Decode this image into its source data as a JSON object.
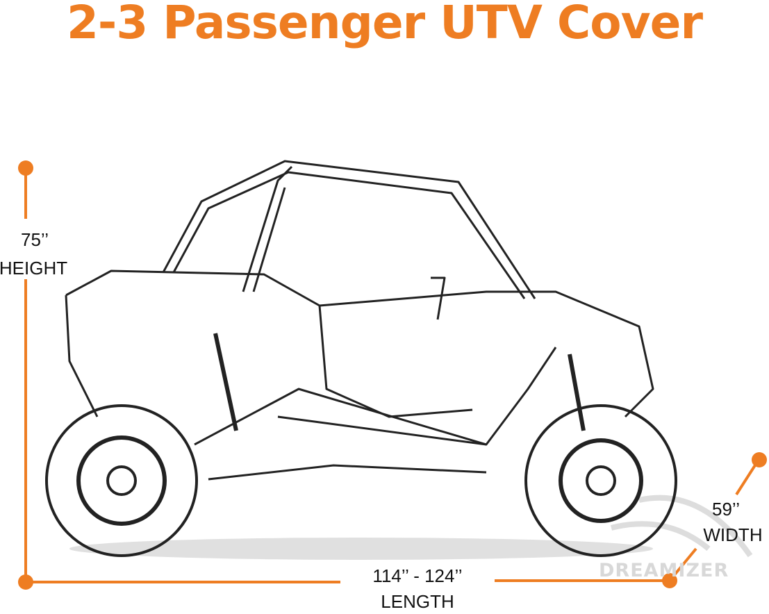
{
  "title": "2-3 Passenger UTV Cover",
  "accent_color": "#EE7D22",
  "dimensions": {
    "height": {
      "value": "75’’",
      "label": "HEIGHT"
    },
    "length": {
      "value": "114’’ - 124’’",
      "label": "LENGTH"
    },
    "width": {
      "value": "59’’",
      "label": "WIDTH"
    }
  },
  "watermark": "DREAMIZER"
}
